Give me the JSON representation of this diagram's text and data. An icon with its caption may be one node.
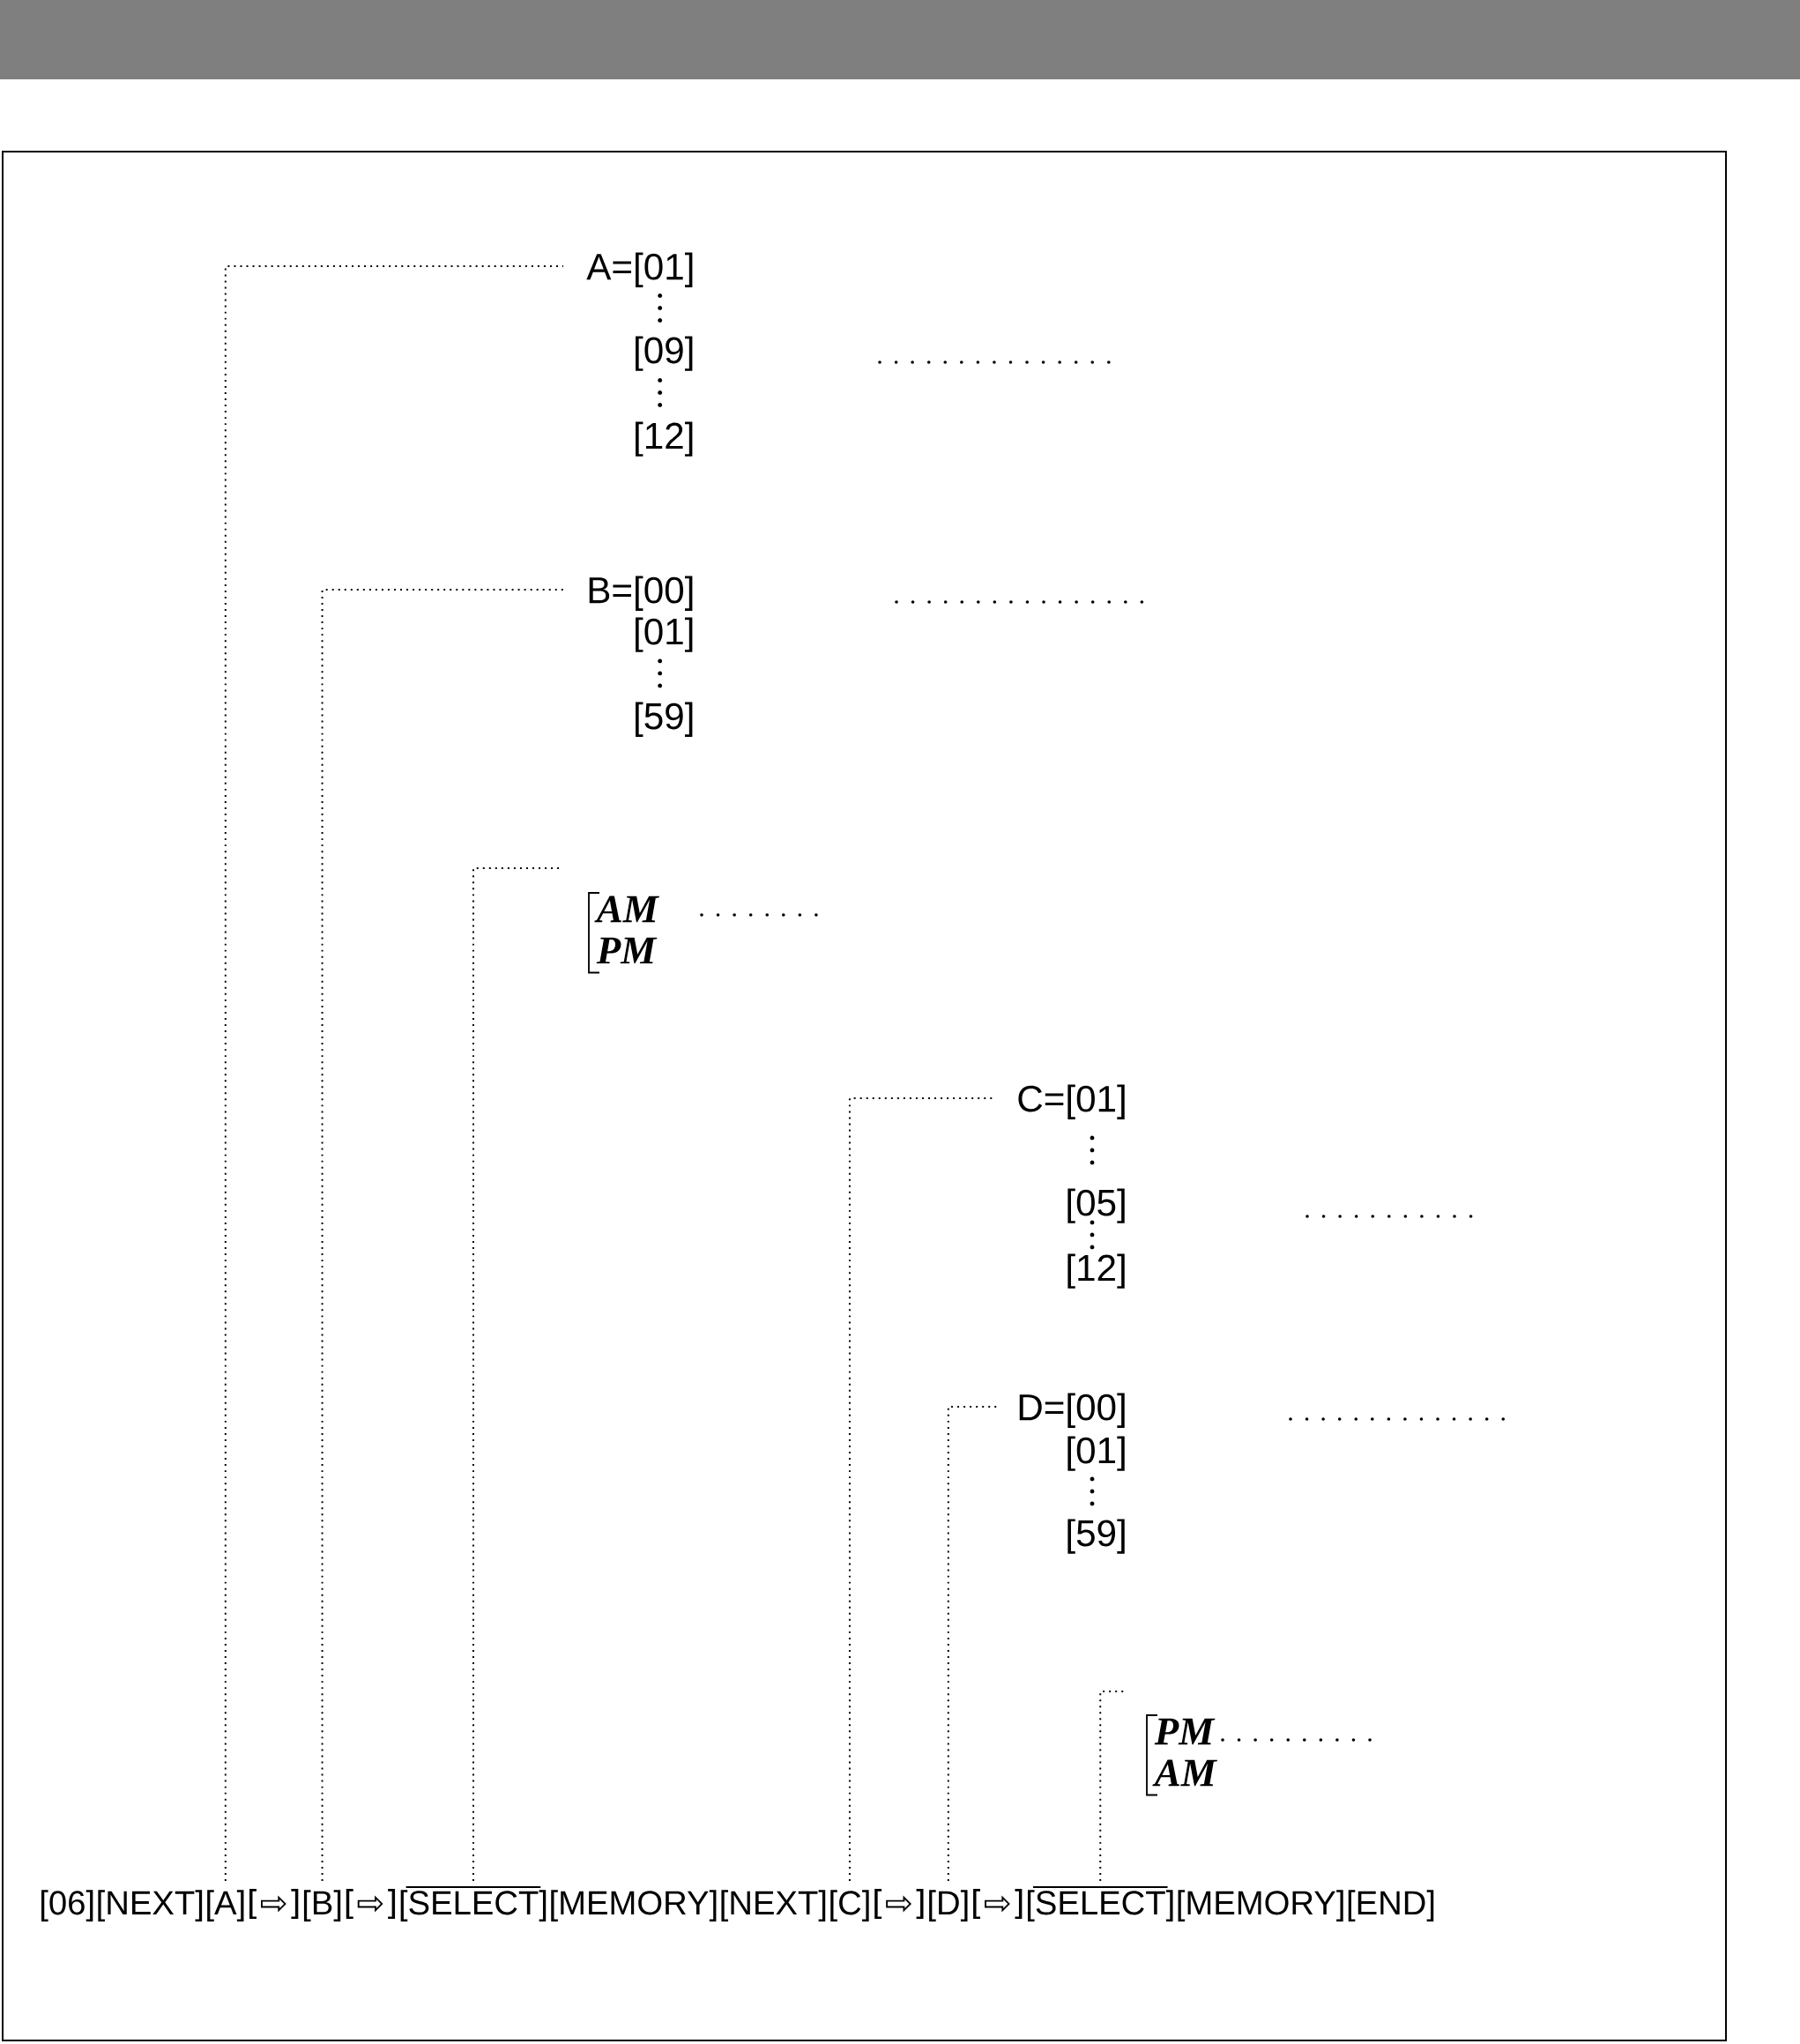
{
  "diagram": {
    "nodes": [
      {
        "text": [
          "A=[01]",
          "[09]",
          "[12]"
        ]
      },
      {
        "text": [
          "B=[00]",
          "[01]",
          "[59]"
        ]
      },
      {
        "text": [
          "AM",
          "PM"
        ]
      },
      {
        "text": [
          "C=[01]",
          "[05]",
          "[12]"
        ]
      },
      {
        "text": [
          "D=[00]",
          "[01]",
          "[59]"
        ]
      },
      {
        "text": [
          "PM",
          "AM"
        ]
      },
      {
        "text": [
          "[A]"
        ]
      },
      {
        "text": [
          "[B]"
        ]
      },
      {
        "text": [
          "[SELECT]"
        ]
      },
      {
        "text": [
          "[C]"
        ]
      },
      {
        "text": [
          "[D]"
        ]
      },
      {
        "text": [
          "[SELECT]"
        ]
      }
    ],
    "edges": [
      {
        "from": 6,
        "to": 0,
        "arrow": "none"
      },
      {
        "from": 7,
        "to": 1,
        "arrow": "none"
      },
      {
        "from": 8,
        "to": 2,
        "arrow": "none"
      },
      {
        "from": 9,
        "to": 3,
        "arrow": "none"
      },
      {
        "from": 10,
        "to": 4,
        "arrow": "none"
      },
      {
        "from": 11,
        "to": 5,
        "arrow": "none"
      }
    ],
    "labels": [
      "[06]",
      "[NEXT]",
      "[⇨]",
      "[⇨]",
      "[MEMORY]",
      "[NEXT]",
      "[⇨]",
      "[⇨]",
      "[MEMORY]",
      "[END]"
    ]
  }
}
